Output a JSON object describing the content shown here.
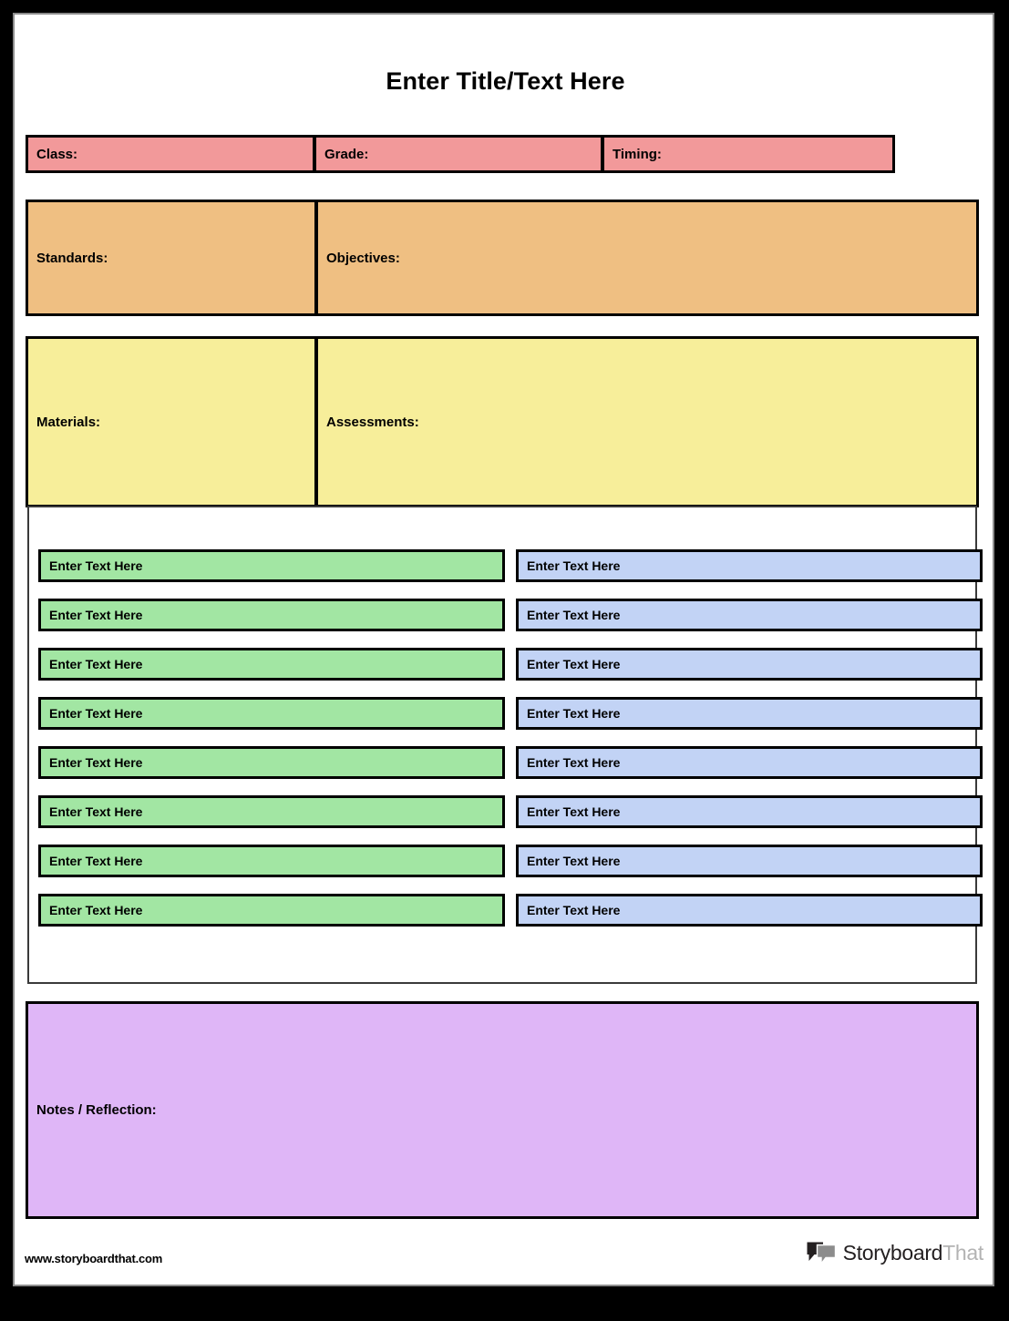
{
  "document": {
    "title": "Enter Title/Text Here"
  },
  "info_row": {
    "fields": [
      {
        "label": "Class:"
      },
      {
        "label": "Grade:"
      },
      {
        "label": "Timing:"
      }
    ],
    "color": "#F2999A"
  },
  "standards_row": {
    "fields": [
      {
        "label": "Standards:"
      },
      {
        "label": "Objectives:"
      }
    ],
    "color": "#EFBF82"
  },
  "materials_row": {
    "fields": [
      {
        "label": "Materials:"
      },
      {
        "label": "Assessments:"
      }
    ],
    "color": "#F7EE9A"
  },
  "activities": {
    "left_color": "#A2E6A3",
    "right_color": "#C2D3F5",
    "rows": [
      {
        "left": "Enter Text Here",
        "right": "Enter Text Here"
      },
      {
        "left": "Enter Text Here",
        "right": "Enter Text Here"
      },
      {
        "left": "Enter Text Here",
        "right": "Enter Text Here"
      },
      {
        "left": "Enter Text Here",
        "right": "Enter Text Here"
      },
      {
        "left": "Enter Text Here",
        "right": "Enter Text Here"
      },
      {
        "left": "Enter Text Here",
        "right": "Enter Text Here"
      },
      {
        "left": "Enter Text Here",
        "right": "Enter Text Here"
      },
      {
        "left": "Enter Text Here",
        "right": "Enter Text Here"
      }
    ]
  },
  "notes": {
    "label": "Notes / Reflection:",
    "color": "#DFB6F7"
  },
  "footer": {
    "url": "www.storyboardthat.com",
    "brand_first": "Storyboard",
    "brand_second": "That",
    "brand_first_color": "#231f20",
    "brand_second_color": "#b3b3b3"
  }
}
